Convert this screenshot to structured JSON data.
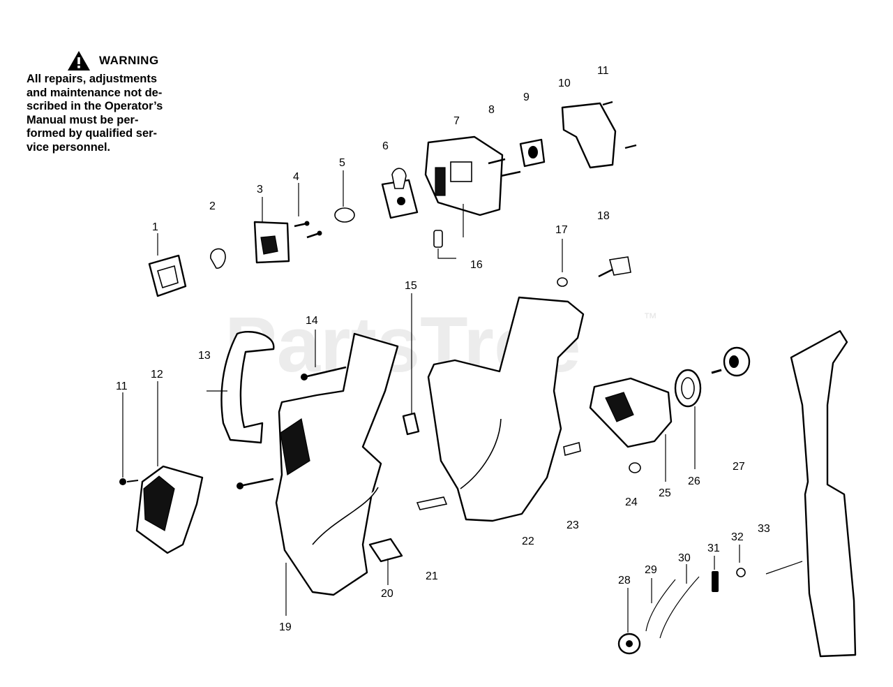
{
  "warning": {
    "title": "WARNING",
    "lines": [
      "All repairs, adjustments",
      "and maintenance not de-",
      "scribed in the Operator’s",
      "Manual must be per-",
      "formed by qualified ser-",
      "vice personnel."
    ]
  },
  "watermark": {
    "text": "PartsTree",
    "trademark": "™"
  },
  "callouts": {
    "c1": "1",
    "c2": "2",
    "c3": "3",
    "c4": "4",
    "c5": "5",
    "c6": "6",
    "c7": "7",
    "c8": "8",
    "c9": "9",
    "c10": "10",
    "c11a": "11",
    "c11b": "11",
    "c12": "12",
    "c13": "13",
    "c14": "14",
    "c15": "15",
    "c16": "16",
    "c17": "17",
    "c18": "18",
    "c19": "19",
    "c20": "20",
    "c21": "21",
    "c22": "22",
    "c23": "23",
    "c24": "24",
    "c25": "25",
    "c26": "26",
    "c27": "27",
    "c28": "28",
    "c29": "29",
    "c30": "30",
    "c31": "31",
    "c32": "32",
    "c33": "33"
  }
}
